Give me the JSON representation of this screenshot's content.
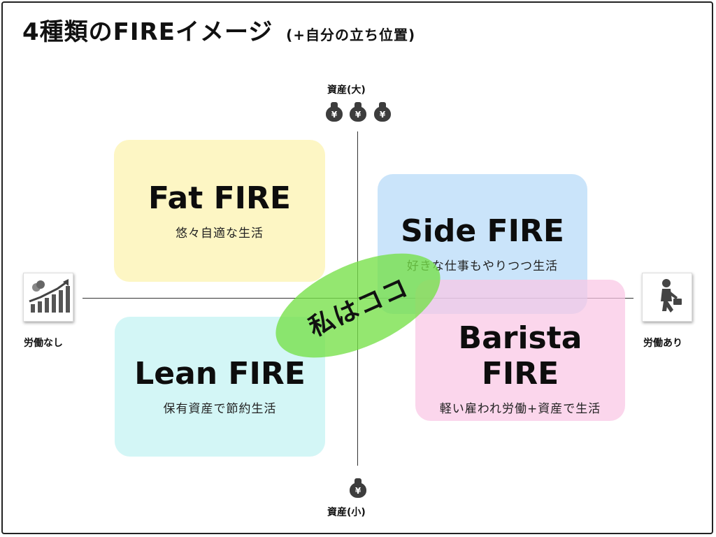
{
  "title": {
    "main": "4種類のFIREイメージ",
    "sub": "(+自分の立ち位置)"
  },
  "axes": {
    "top_label": "資産(大)",
    "bottom_label": "資産(小)",
    "left_label": "労働なし",
    "right_label": "労働あり",
    "currency_symbol": "¥"
  },
  "quadrants": {
    "fat": {
      "title": "Fat FIRE",
      "desc": "悠々自適な生活",
      "color": "#fdf6c4"
    },
    "side": {
      "title": "Side FIRE",
      "desc": "好きな仕事もやりつつ生活",
      "color": "#aed6f7"
    },
    "barista": {
      "title": "Barista FIRE",
      "desc": "軽い雇われ労働+資産で生活",
      "color": "#f9c6e4"
    },
    "lean": {
      "title": "Lean FIRE",
      "desc": "保有資産で節約生活",
      "color": "#d3f6f6"
    }
  },
  "marker": {
    "label": "私はココ",
    "color": "#76e048"
  },
  "icons": {
    "top": [
      "money-bag-icon",
      "money-bag-icon",
      "money-bag-icon"
    ],
    "bottom": [
      "money-bag-icon"
    ],
    "left": "growth-chart-icon",
    "right": "walking-businessman-icon"
  }
}
